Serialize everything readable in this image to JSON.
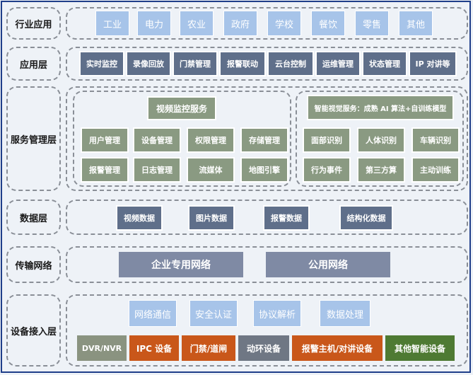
{
  "layers": {
    "industry": {
      "label": "行业应用",
      "items": [
        "工业",
        "电力",
        "农业",
        "政府",
        "学校",
        "餐饮",
        "零售",
        "其他"
      ]
    },
    "application": {
      "label": "应用层",
      "items": [
        "实时监控",
        "录像回放",
        "门禁管理",
        "报警联动",
        "云台控制",
        "运维管理",
        "状态管理",
        "IP 对讲等"
      ]
    },
    "service": {
      "label": "服务管理层",
      "video": {
        "title": "视频监控服务",
        "items": [
          "用户管理",
          "设备管理",
          "权限管理",
          "存储管理",
          "报警管理",
          "日志管理",
          "流媒体",
          "地图引擎"
        ]
      },
      "ai": {
        "title": "智能视觉服务：成熟 AI 算法+自训练模型",
        "items": [
          "面部识别",
          "人体识别",
          "车辆识别",
          "行为事件",
          "第三方算",
          "主动训练"
        ]
      }
    },
    "data": {
      "label": "数据层",
      "items": [
        "视频数据",
        "图片数据",
        "报警数据",
        "结构化数据"
      ]
    },
    "network": {
      "label": "传输网络",
      "items": [
        "企业专用网络",
        "公用网络"
      ]
    },
    "device": {
      "label": "设备接入层",
      "protocols": [
        "网络通信",
        "安全认证",
        "协议解析",
        "数据处理"
      ],
      "devices": [
        "DVR/NVR",
        "IPC 设备",
        "门禁/道闸",
        "动环设备",
        "报警主机/对讲设备",
        "其他智能设备"
      ]
    }
  }
}
